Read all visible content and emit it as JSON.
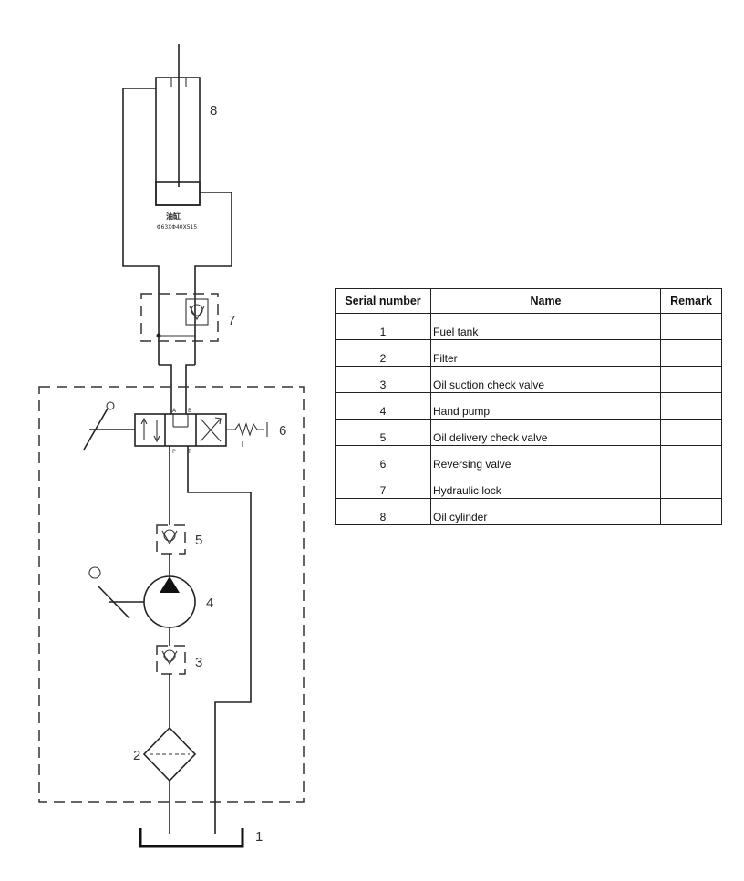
{
  "labels": {
    "n1": "1",
    "n2": "2",
    "n3": "3",
    "n4": "4",
    "n5": "5",
    "n6": "6",
    "n7": "7",
    "n8": "8"
  },
  "cylinder": {
    "title_text": "油缸",
    "spec_text": "Φ63XΦ40X515"
  },
  "valve_ports": {
    "a": "A",
    "b": "B",
    "p": "P",
    "t": "T"
  },
  "table": {
    "headers": [
      "Serial number",
      "Name",
      "Remark"
    ],
    "rows": [
      {
        "serial": "1",
        "name": "Fuel tank",
        "remark": ""
      },
      {
        "serial": "2",
        "name": "Filter",
        "remark": ""
      },
      {
        "serial": "3",
        "name": "Oil suction check valve",
        "remark": ""
      },
      {
        "serial": "4",
        "name": "Hand pump",
        "remark": ""
      },
      {
        "serial": "5",
        "name": "Oil delivery check valve",
        "remark": ""
      },
      {
        "serial": "6",
        "name": "Reversing valve",
        "remark": ""
      },
      {
        "serial": "7",
        "name": "Hydraulic lock",
        "remark": ""
      },
      {
        "serial": "8",
        "name": "Oil cylinder",
        "remark": ""
      }
    ]
  }
}
